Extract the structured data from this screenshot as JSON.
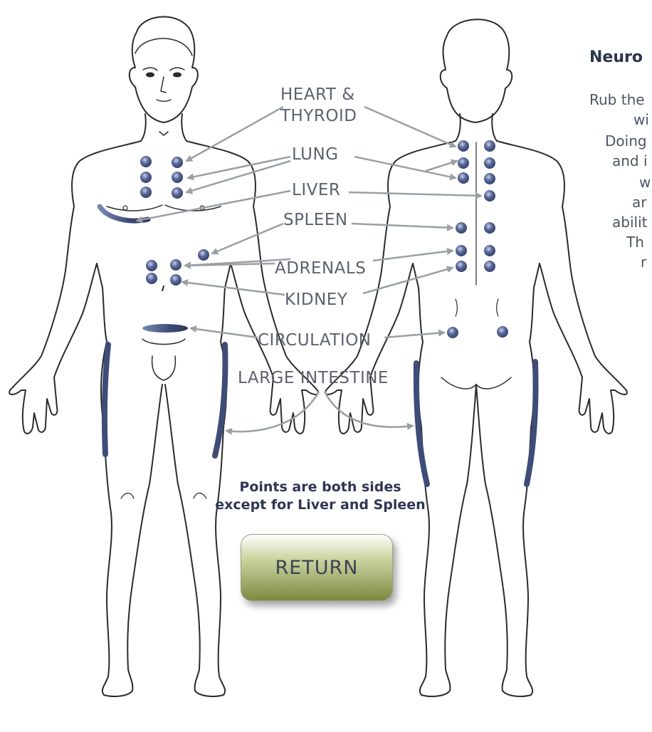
{
  "labels": {
    "heart_thyroid_1": "HEART &",
    "heart_thyroid_2": "THYROID",
    "lung": "LUNG",
    "liver": "LIVER",
    "spleen": "SPLEEN",
    "adrenals": "ADRENALS",
    "kidney": "KIDNEY",
    "circulation": "CIRCULATION",
    "large_intestine": "LARGE INTESTINE"
  },
  "note": {
    "line1": "Points are both sides",
    "line2": "except for Liver and Spleen"
  },
  "return_button": "RETURN",
  "side_panel": {
    "title": "Neuro",
    "lines": [
      "Rub the",
      "wi",
      "Doing",
      "and i",
      "w",
      "ar",
      "abilit",
      "Th",
      "r"
    ]
  },
  "colors": {
    "point_fill": "#5a6896",
    "point_dark": "#2f3d6b",
    "arrow": "#9aa0a6",
    "body_line": "#2b2b2b",
    "button_top": "#ffffff",
    "button_bottom": "#7d8a41"
  }
}
